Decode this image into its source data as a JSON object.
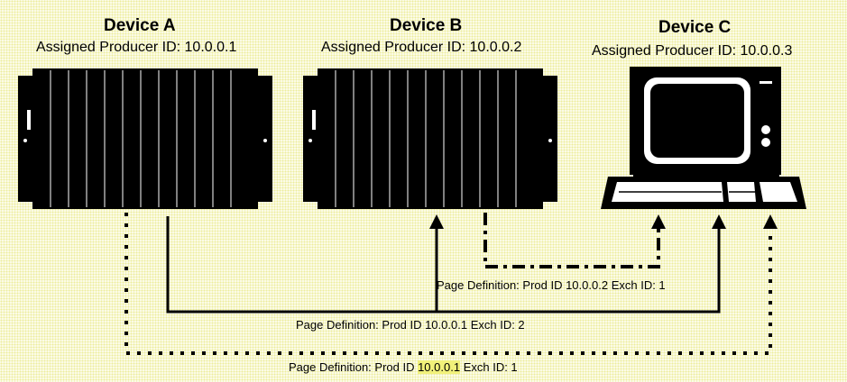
{
  "devices": [
    {
      "title": "Device A",
      "subtitle": "Assigned Producer ID: 10.0.0.1",
      "kind": "rack-chassis"
    },
    {
      "title": "Device B",
      "subtitle": "Assigned Producer ID: 10.0.0.2",
      "kind": "rack-chassis"
    },
    {
      "title": "Device C",
      "subtitle": "Assigned Producer ID: 10.0.0.3",
      "kind": "computer-terminal"
    }
  ],
  "connections": [
    {
      "prefix": "Page Definition: Prod ID ",
      "prod_id": "10.0.0.2",
      "suffix": " Exch ID: 1",
      "from": "Device B",
      "to": "Device C",
      "line_style": "dash-dot"
    },
    {
      "prefix": "Page Definition: Prod ID ",
      "prod_id": "10.0.0.1",
      "suffix": " Exch ID: 2",
      "from": "Device A",
      "to": "Device B, Device C",
      "line_style": "solid"
    },
    {
      "prefix": "Page Definition: Prod ID ",
      "prod_id": "10.0.0.1",
      "suffix": " Exch ID: 1",
      "from": "Device A",
      "to": "Device C",
      "line_style": "dotted"
    }
  ],
  "colors": {
    "background": "#fbfbe6",
    "line": "#000000",
    "highlight": "#f1f17a",
    "screen": "#ffffff"
  }
}
